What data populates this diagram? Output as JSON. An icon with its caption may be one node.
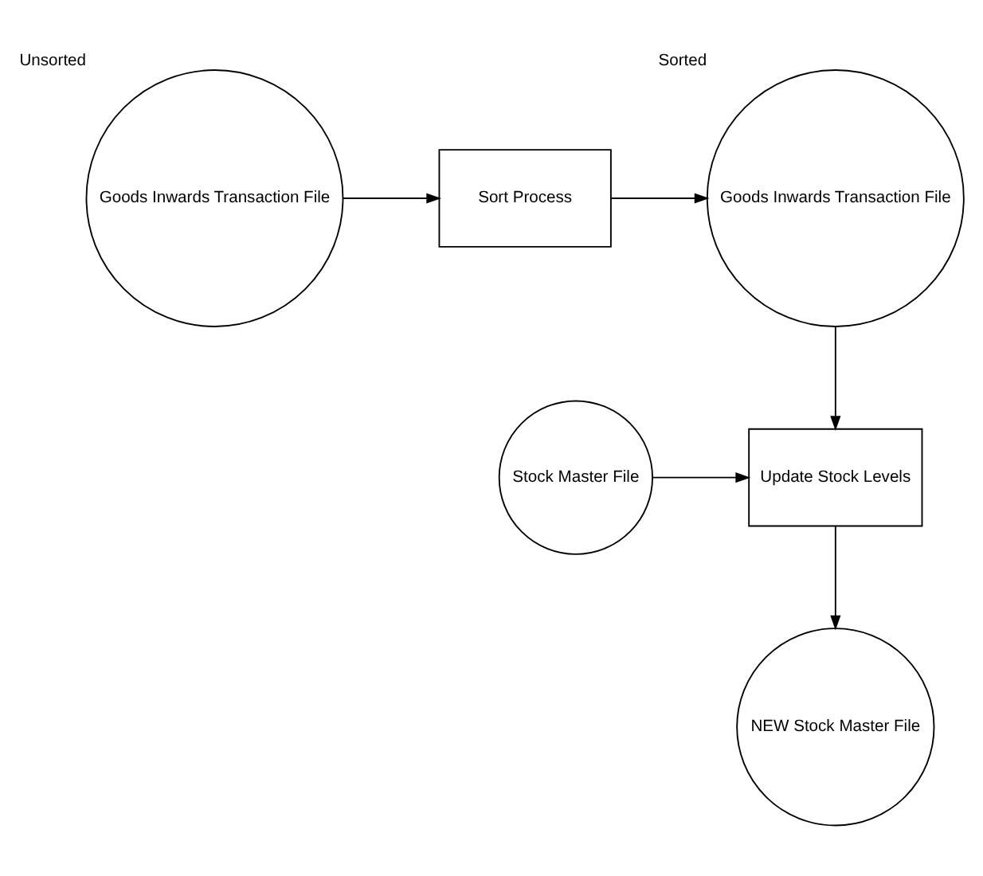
{
  "diagram": {
    "nodes": [
      {
        "text": [
          "Goods Inwards Transaction File"
        ],
        "beside": [
          "Unsorted"
        ]
      },
      {
        "text": [
          "Sort Process"
        ]
      },
      {
        "text": [
          "Goods Inwards Transaction File"
        ],
        "beside": [
          "Sorted"
        ]
      },
      {
        "text": [
          "Stock Master File"
        ]
      },
      {
        "text": [
          "Update Stock Levels"
        ]
      },
      {
        "text": [
          "NEW Stock Master File"
        ]
      }
    ],
    "edges": [
      {
        "from": 0,
        "to": 1,
        "arrow": "to"
      },
      {
        "from": 1,
        "to": 2,
        "arrow": "to"
      },
      {
        "from": 2,
        "to": 4,
        "arrow": "to"
      },
      {
        "from": 3,
        "to": 4,
        "arrow": "to"
      },
      {
        "from": 4,
        "to": 5,
        "arrow": "to"
      }
    ]
  }
}
